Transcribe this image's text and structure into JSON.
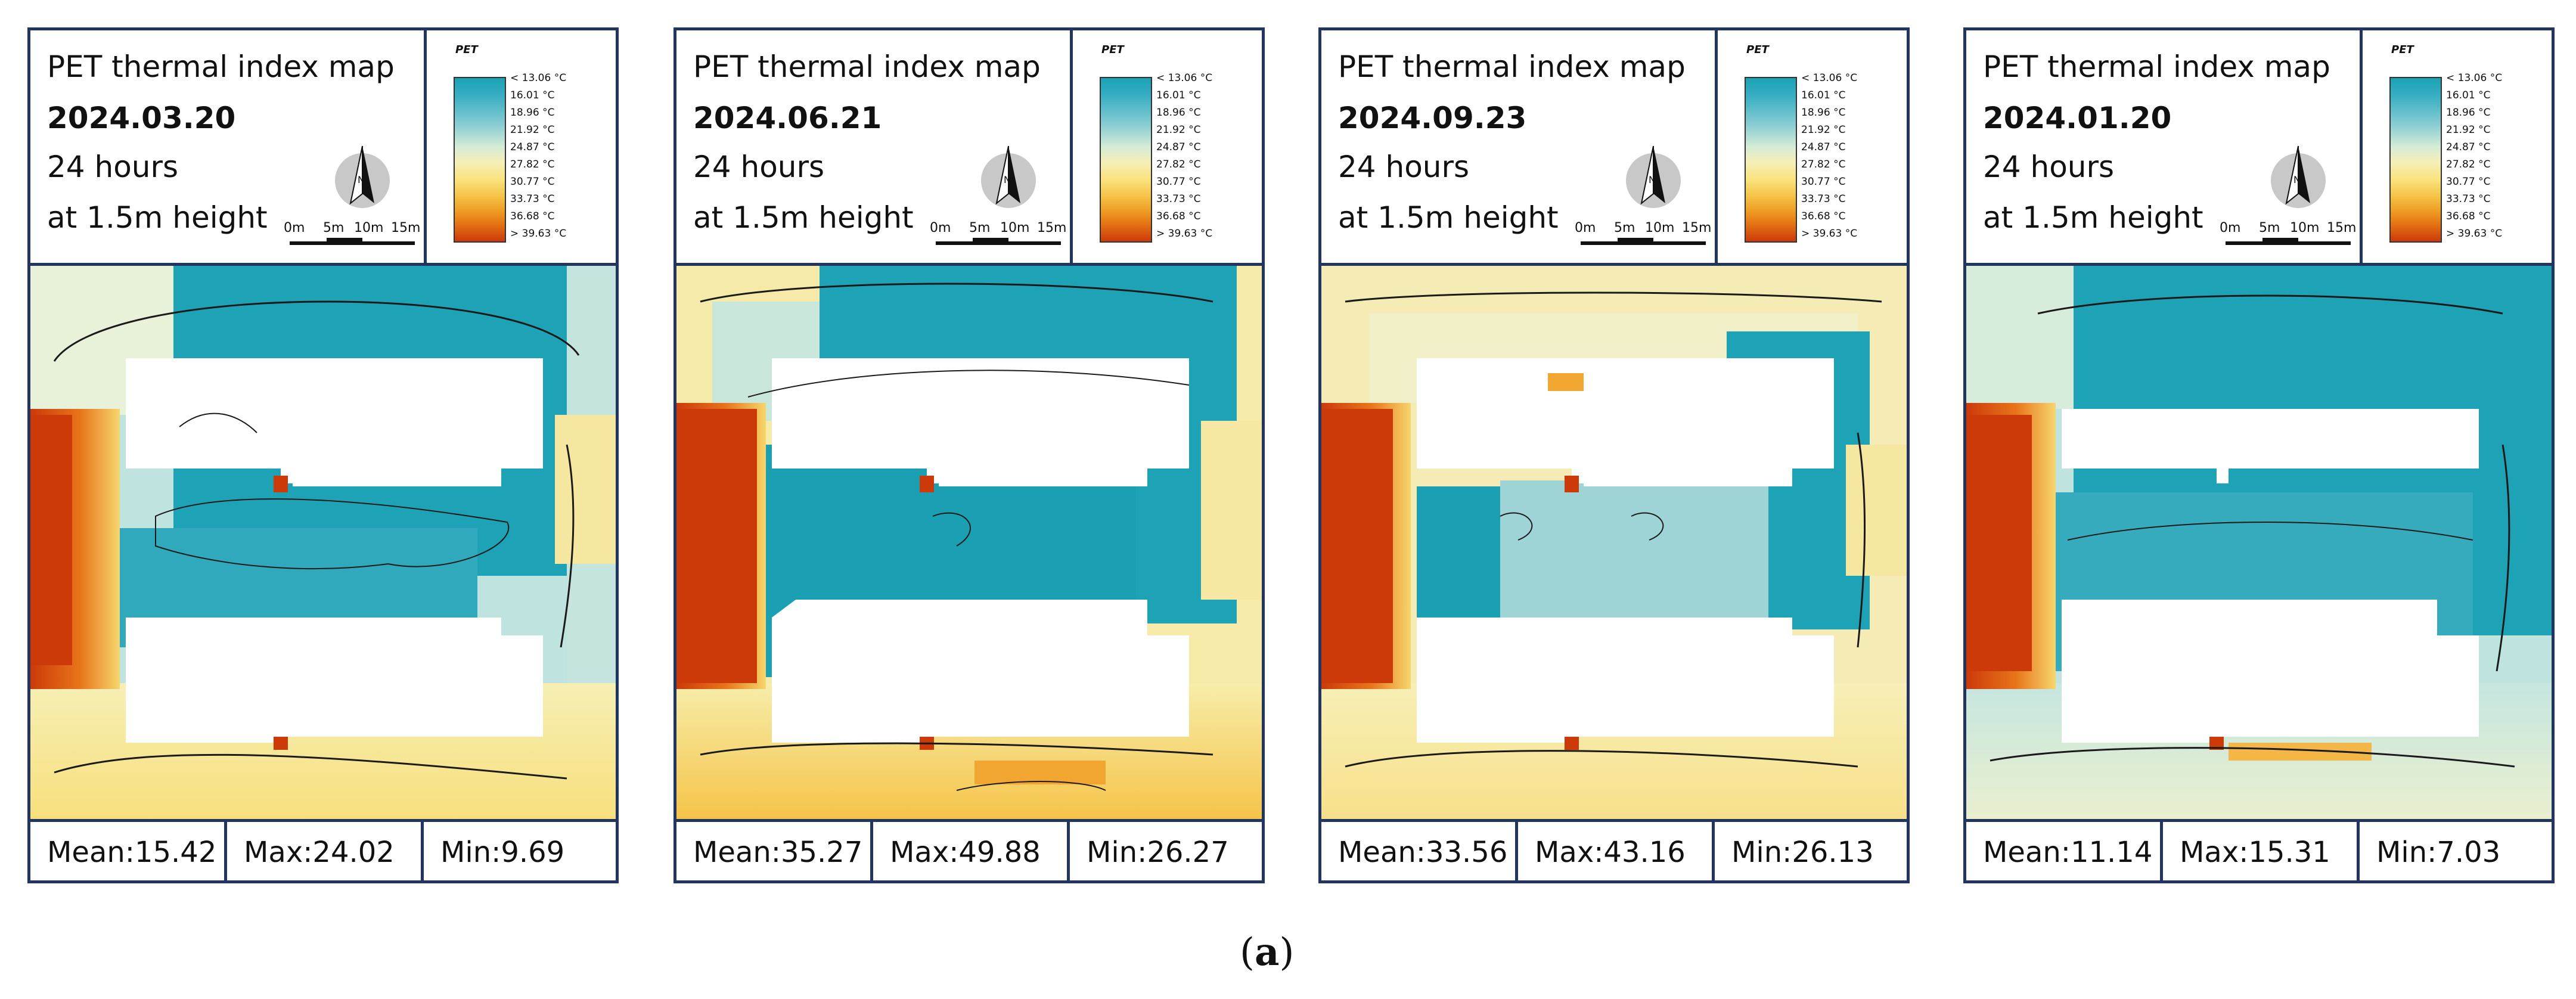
{
  "colors": {
    "frame": "#22355e",
    "cool": "#1aa1b5",
    "warm": "#cc3a0a",
    "building": "#ffffff",
    "contour": "#1a1a1a"
  },
  "legend": {
    "title": "PET",
    "ticks": [
      "< 13.06 °C",
      "16.01 °C",
      "18.96 °C",
      "21.92 °C",
      "24.87 °C",
      "27.82 °C",
      "30.77 °C",
      "33.73 °C",
      "36.68 °C",
      "> 39.63 °C"
    ]
  },
  "scale": {
    "labels": [
      "0m",
      "5m",
      "10m",
      "15m"
    ]
  },
  "compass": {
    "label": "N"
  },
  "panels": [
    {
      "title": "PET thermal index map",
      "date": "2024.03.20",
      "duration": "24 hours",
      "height": "at 1.5m height",
      "mean": "Mean:15.42",
      "max": "Max:24.02",
      "min": "Min:9.69"
    },
    {
      "title": "PET thermal index map",
      "date": "2024.06.21",
      "duration": "24 hours",
      "height": "at 1.5m height",
      "mean": "Mean:35.27",
      "max": "Max:49.88",
      "min": "Min:26.27"
    },
    {
      "title": "PET thermal index map",
      "date": "2024.09.23",
      "duration": "24 hours",
      "height": "at 1.5m height",
      "mean": "Mean:33.56",
      "max": "Max:43.16",
      "min": "Min:26.13"
    },
    {
      "title": "PET thermal index map",
      "date": "2024.01.20",
      "duration": "24 hours",
      "height": "at 1.5m height",
      "mean": "Mean:11.14",
      "max": "Max:15.31",
      "min": "Min:7.03"
    }
  ],
  "caption": {
    "label": "a"
  }
}
